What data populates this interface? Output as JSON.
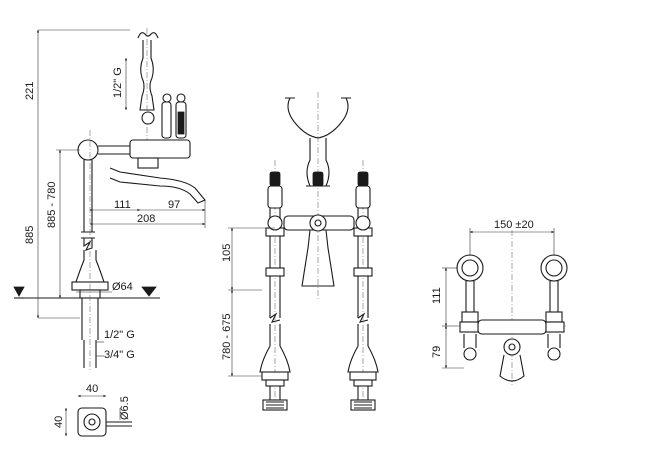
{
  "side_view": {
    "dims": {
      "total_height": "221",
      "thread_top": "1/2\" G",
      "range_height": "885 - 780",
      "max_height": "885",
      "spout_reach": "111",
      "spout_tip": "97",
      "overall_reach": "208",
      "base_diameter": "Ø64",
      "thread_half": "1/2\" G",
      "thread_three_quarter": "3/4\" G"
    }
  },
  "foot_detail": {
    "dims": {
      "width": "40",
      "height": "40",
      "hole": "Ø6.5"
    }
  },
  "front_view": {
    "dims": {
      "upper": "105",
      "lower": "780 - 675"
    }
  },
  "top_view": {
    "dims": {
      "centers": "150 ±20",
      "depth": "111",
      "offset": "79"
    }
  }
}
